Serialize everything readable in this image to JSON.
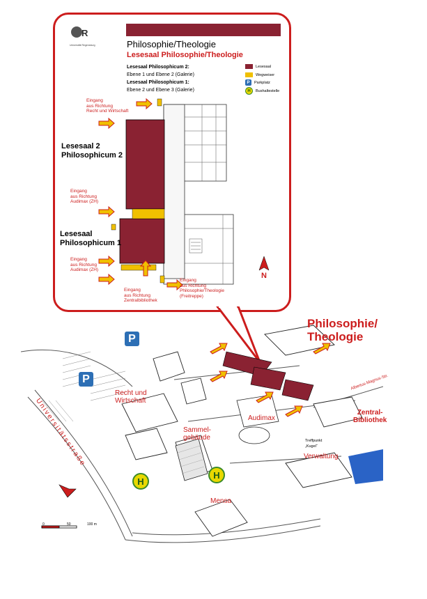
{
  "header": {
    "logo_text": "UR",
    "logo_subtext": "Universität Regensburg",
    "title": "Philosophie/Theologie",
    "subtitle": "Lesesaal Philosophie/Theologie"
  },
  "info": {
    "line1": "Lesesaal Philosophicum 2:",
    "line2": "Ebene 1 und Ebene 2 (Galerie)",
    "line3": "Lesesaal Philosophicum 1:",
    "line4": "Ebene 2 und Ebene 3 (Galerie)"
  },
  "legend": {
    "items": [
      {
        "label": "Lesesaal",
        "color": "#8a2232"
      },
      {
        "label": "Wegweiser",
        "color": "#f0c000"
      },
      {
        "label": "Parkplatz",
        "symbol": "P",
        "color": "#2d6fb5"
      },
      {
        "label": "Bushaltestelle",
        "symbol": "H",
        "color": "#e8d800"
      }
    ]
  },
  "floorplan": {
    "section_top": "Lesesaal 2\nPhilosophicum 2",
    "section_bottom": "Lesesaal\nPhilosophicum 1",
    "entrance_rw": "Eingang\naus Richtung\nRecht und Wirtschaft",
    "entrance_audimax_1": "Eingang\naus Richtung\nAudimax (ZH)",
    "entrance_audimax_2": "Eingang\naus Richtung\nAudimax (ZH)",
    "entrance_zb": "Eingang\naus Richtung\nZentralbibliothek",
    "entrance_pt": "Eingang\naus Richtung\nPhilosophie/Theologie\n(Freitreppe)",
    "north": "N"
  },
  "campus": {
    "title": "Philosophie/\nTheologie",
    "recht": "Recht und\nWirtschaft",
    "sammel": "Sammel-\ngebäude",
    "audimax": "Audimax",
    "zentral": "Zentral-\nBibliothek",
    "verwaltung": "Verwaltung",
    "mensa": "Mensa",
    "street": "Universitätsstraße",
    "albertus": "Albertus-Magnus-Str.",
    "treffpunkt": "Treffpunkt\n„Kugel“",
    "parking": "P",
    "bus": "H",
    "scale": [
      "0",
      "50",
      "100 m"
    ]
  },
  "colors": {
    "accent_red": "#cc1d1d",
    "reading_room": "#8a2232",
    "signpost": "#f0c000",
    "parking": "#2d6fb5",
    "bus": "#e8d800",
    "water": "#2a63c6"
  }
}
